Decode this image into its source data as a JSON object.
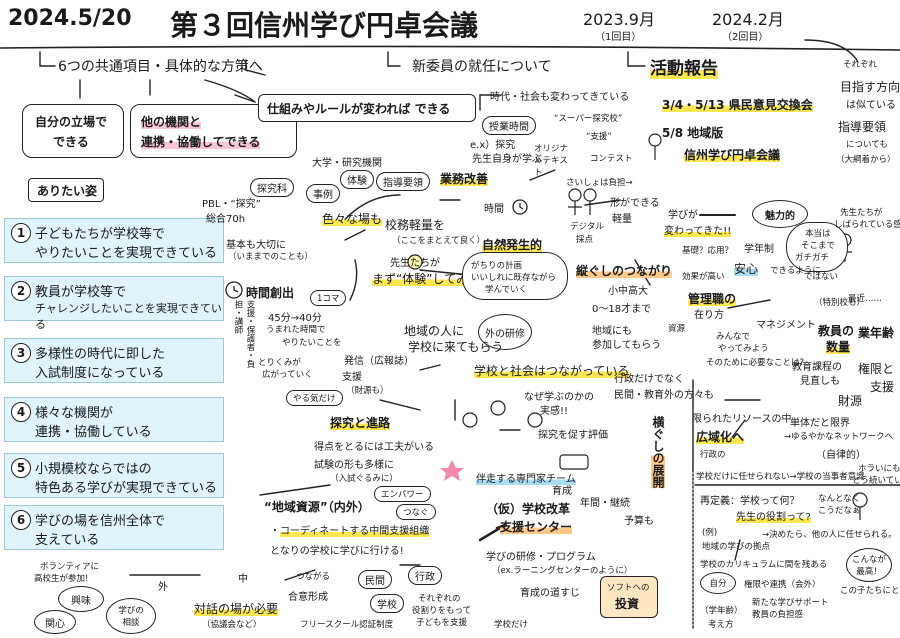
{
  "header": {
    "date": "2024.5/20",
    "title": "第３回信州学び円卓会議",
    "meeting1_date": "2023.9月",
    "meeting1_sub": "（1回目）",
    "meeting2_date": "2024.2月",
    "meeting2_sub": "（2回目）"
  },
  "sections": {
    "items_heading": "6つの共通項目・具体的な方策へ",
    "new_members": "新委員の就任について",
    "activity_report": "活動報告",
    "activity_1": "3/4・5/13 県民意見交換会",
    "activity_2": "5/8 地域版",
    "activity_3": "信州学び円卓会議",
    "direction_1": "目指す方向",
    "direction_2": "は似ている",
    "direction_pre": "それぞれ",
    "guideline_1": "指導要領",
    "guideline_2": "についても",
    "guideline_3": "（大綱着から）"
  },
  "left": {
    "own_position_1": "自分の立場で",
    "own_position_2": "できる",
    "other_org_1": "他の機関と",
    "other_org_2": "連携・協働してできる",
    "system_change": "仕組みやルールが変われば できる",
    "ideal": "ありたい姿"
  },
  "goals": [
    {
      "num": "1",
      "line1": "子どもたちが学校等で",
      "line2": "やりたいことを実現できている"
    },
    {
      "num": "2",
      "line1": "教員が学校等で",
      "line2": "チャレンジしたいことを実現できている"
    },
    {
      "num": "3",
      "line1": "多様性の時代に即した",
      "line2": "入試制度になっている"
    },
    {
      "num": "4",
      "line1": "様々な機関が",
      "line2": "連携・協働している"
    },
    {
      "num": "5",
      "line1": "小規模校ならではの",
      "line2": "特色ある学びが実現できている"
    },
    {
      "num": "6",
      "line1": "学びの場を信州全体で",
      "line2": "支えている"
    }
  ],
  "center": {
    "inquiry": "探究科",
    "university": "大学・研究機関",
    "case": "事例",
    "experience": "体験",
    "guideline": "指導要領",
    "pbl": "PBL・“探究”",
    "general": "総合70h",
    "many_places": "色々な場も",
    "basics": "基本も大切に",
    "basics_sub": "（いままでのことも）",
    "time_creation": "時間創出",
    "koma": "1コマ",
    "min45": "45分→40分",
    "time_freed": "うまれた時間で",
    "time_freed2": "やりたいことを",
    "mail": "とりくみが",
    "mail2": "広がっていく",
    "support_side": "支援・保護者・負担・講師",
    "hassin": "発信（広報誌）",
    "shien": "支援",
    "zaigen": "（財源も）",
    "yarukidake": "やる気だけ",
    "tanto": "校務軽量を",
    "tanto2": "（ここをまとえて良く）",
    "teachers_first": "先生たちが",
    "teachers_first2": "まず“体験”してみる",
    "local_people": "地域の人に",
    "local_people2": "学校に来てもらう",
    "other_training": "外の研修",
    "school_society": "学校と社会はつながっている",
    "why_learn": "なぜ学ぶのかの",
    "reality": "実感!!",
    "inquiry_eval": "探究を促す評価",
    "inquiry_career": "探究と進路",
    "inquiry_c1": "得点をとるには工夫がいる",
    "inquiry_c2": "試験の形も多様に",
    "inquiry_c3": "（入試ぐるみに）",
    "work_reform": "業務改善",
    "time_label": "時間",
    "natural": "自然発生的",
    "natural_c1": "がちりの計画",
    "natural_c2": "いいしれに既存ながら",
    "natural_c3": "学んでいく",
    "social_change": "時代・社会も変わってきている",
    "class_time": "授業時間",
    "exploration": "e.x）探究",
    "teachers_learn": "先生自身が学ぶ",
    "super": "“スーパー探究校”",
    "support": "“支援”",
    "original_text": "オリジナルテキスト",
    "contest": "コンテスト",
    "kisho": "さいしょは負担→",
    "katachi": "形ができる",
    "light": "軽量",
    "digital": "デジタル",
    "kaizen": "採点",
    "local_partner": "地域にも",
    "local_partner2": "参加してもらう",
    "vertical_link": "縦ぐしのつながり",
    "years": "0〜18才まで",
    "people": "小中高大",
    "assets": "資源"
  },
  "right": {
    "learning_changed": "学びが",
    "learning_changed2": "変わってきた!!",
    "attractive": "魅力的",
    "basic_apply": "基礎？応用？",
    "studentright": "学年制",
    "honto": "本当は",
    "sokomade": "そこまで",
    "gachi": "ガチガチ",
    "dewanai": "ではない",
    "anshin": "安心",
    "dekiru": "できるように",
    "effect": "効果が高い",
    "manager": "管理職の",
    "manager2": "在り方",
    "management": "マネジメント",
    "kyoin": "教員の",
    "kyoin2": "数量",
    "workflow": "業年齢",
    "saikin": "最近……",
    "tokusyo": "（特別校も）",
    "minna": "みんなで",
    "yattemiyo": "やってみよう",
    "hituyo": "そのために必要なことは?",
    "curriculum": "教育課程の",
    "curriculum2": "見直しも",
    "kengen": "権限と",
    "shien": "支援",
    "zaigen": "財源",
    "sensei": "先生たちが",
    "shibarareru": "しばられている感",
    "gyosei": "行政だけでなく",
    "minkan": "民間・教育外の方々も",
    "yoko": "横ぐしの展開",
    "limited": "限られたリソースの中",
    "broad": "広域化へ",
    "gyoseino": "行政の",
    "single": "単体だと限界",
    "network": "→ゆるやかなネットワークへ",
    "jiritsu": "（自律的）",
    "hontai": "ホラいにも",
    "tsuzuku": "とう続いていく",
    "gakko_ni": "学校だけに任せられない→学校の当事者意識"
  },
  "bottom": {
    "local_resource": "“地域資源”（内外）",
    "empower": "エンパワー",
    "tsunagu": "つなぐ",
    "coordinator": "コーディネートする中間支援組織",
    "next_school": "となりの学校に学びに行ける!",
    "expert_team": "伴走する専門家チーム",
    "growth": "育成",
    "long_term": "年間・継続",
    "budget": "予算も",
    "reform_center": "（仮）学校改革",
    "reform_center2": "支援センター",
    "learning_training": "学びの研修・プログラム",
    "learning_training_sub": "（ex.ラーニングセンターのように）",
    "growth_path": "育成の道すじ",
    "software": "ソフトへの",
    "invest": "投資",
    "school_only": "学校だけ",
    "volunteer": "ボランティアに",
    "volunteer2": "高校生が参加!",
    "interest": "興味",
    "concern": "関心",
    "consult": "学びの",
    "consult2": "相談",
    "outside": "外",
    "naka": "中",
    "tsunagaru": "つながる",
    "minkan": "民間",
    "gyosei": "行政",
    "gakko": "学校",
    "gouisei": "合意形成",
    "taiwa": "対話の場が必要",
    "kyogikai": "（協議会など）",
    "freeschool": "フリースクール認証制度",
    "sorezore": "それぞれの",
    "yakuwari": "役割りをもって",
    "kodomo": "子どもを支援"
  },
  "rethink": {
    "title": "再定義：学校って何？",
    "teacher_role": "先生の役割って?",
    "nanto": "なんとなく",
    "konna": "こうだなぁ",
    "ex": "(例)",
    "local_learning": "地域の学びの拠点",
    "decided": "→決めたら、他の人に任せられる。",
    "curriculum_change": "学校のカリキュラムに間を残ある",
    "self": "自分",
    "authority": "権限や連携（会外）",
    "new_teacher": "新たな学びサポート",
    "teacher_load": "教員の負担感",
    "school_age": "（学年齢）",
    "thinking": "考え方",
    "konna2": "こんなが",
    "saikou": "最高！",
    "kokodachi": "この子たちにとって"
  },
  "colors": {
    "cyan": "#dff4fb",
    "yellow": "#fbe74f",
    "orange": "#ffc98a",
    "pink": "#f9c6d3",
    "blue": "#a9dcf0",
    "ink": "#1a1a1a"
  }
}
